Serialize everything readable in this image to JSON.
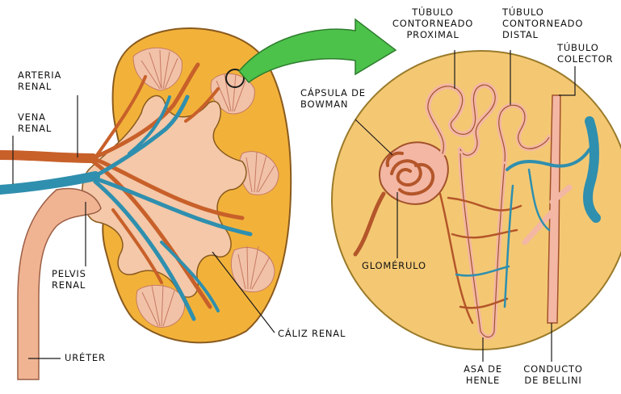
{
  "labels": {
    "arteria_renal": [
      "ARTERIA",
      "RENAL"
    ],
    "vena_renal": [
      "VENA",
      "RENAL"
    ],
    "pelvis_renal": [
      "PELVIS",
      "RENAL"
    ],
    "ureter": "URÉTER",
    "caliz_renal": "CÁLIZ RENAL",
    "capsula_bowman": [
      "CÁPSULA DE",
      "BOWMAN"
    ],
    "tubulo_proximal": [
      "TÚBULO",
      "CONTORNEADO",
      "PROXIMAL"
    ],
    "tubulo_distal": [
      "TÚBULO",
      "CONTORNEADO",
      "DISTAL"
    ],
    "tubulo_colector": [
      "TÚBULO",
      "COLECTOR"
    ],
    "glomerulo": "GLOMÉRULO",
    "asa_henle": [
      "ASA DE",
      "HENLE"
    ],
    "conducto_bellini": [
      "CONDUCTO",
      "DE BELLINI"
    ]
  },
  "colors": {
    "kidney_cortex": "#F2B23A",
    "kidney_outline": "#8A5A1E",
    "pelvis_fill": "#F4C8A8",
    "ureter_fill": "#F0B493",
    "artery": "#C8602A",
    "vein": "#2F8FAE",
    "arrow": "#4CC24A",
    "magnified_bg": "#F4C873",
    "tubule": "#F3B7A4"
  }
}
